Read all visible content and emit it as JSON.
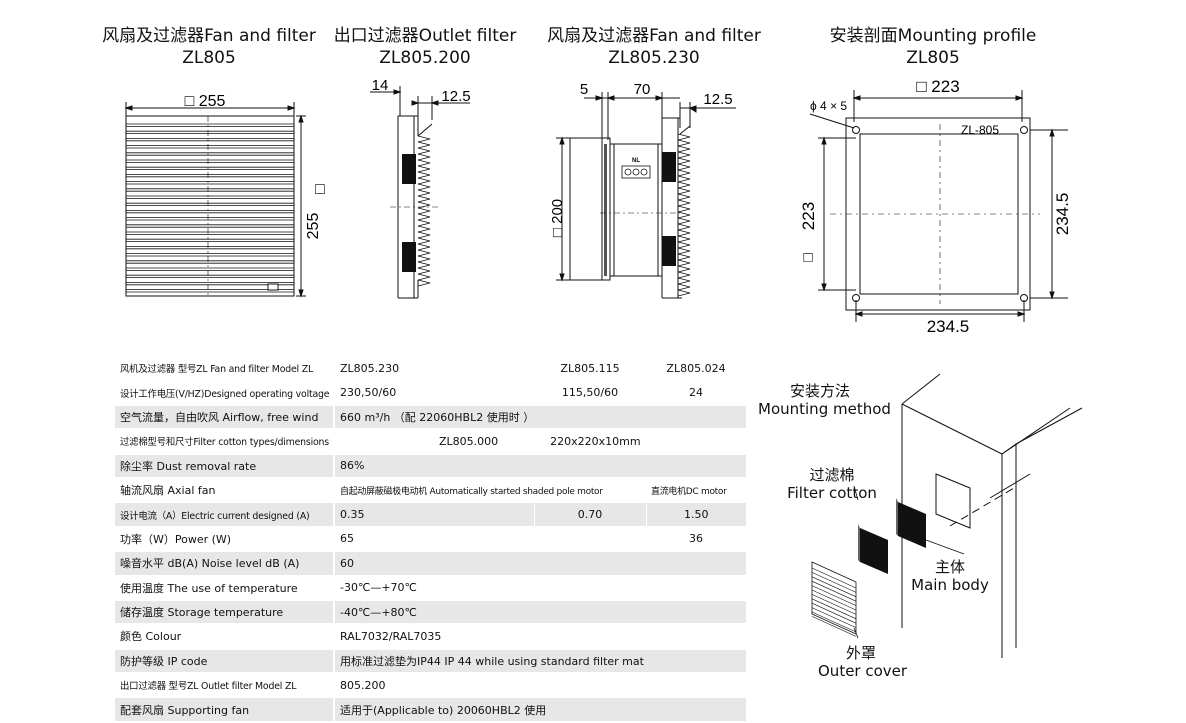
{
  "drawings": {
    "fan_filter": {
      "title_line1": "风扇及过滤器Fan and filter",
      "title_line2": "ZL805",
      "dim_width": "□ 255",
      "dim_height": "255",
      "square": "□"
    },
    "outlet_filter": {
      "title_line1": "出口过滤器Outlet filter",
      "title_line2": "ZL805.200",
      "dim_depth": "14",
      "dim_lip": "12.5"
    },
    "fan_filter_230": {
      "title_line1": "风扇及过滤器Fan and filter",
      "title_line2": "ZL805.230",
      "dim_a": "5",
      "dim_b": "70",
      "dim_lip": "12.5",
      "dim_height": "□ 200",
      "terminal": "NL"
    },
    "mounting_profile": {
      "title_line1": "安装剖面Mounting profile",
      "title_line2": "ZL805",
      "holes": "ϕ 4 × 5",
      "dim_top": "□ 223",
      "dim_left": "223",
      "dim_right": "234.5",
      "dim_bottom": "234.5",
      "model": "ZL-805",
      "square": "□"
    }
  },
  "spec_table": {
    "rows": [
      {
        "label": "风机及过滤器  型号ZL   Fan and filter  Model ZL",
        "cells": [
          "ZL805.230",
          "ZL805.115",
          "ZL805.024"
        ]
      },
      {
        "label": "设计工作电压(V/HZ)Designed operating voltage",
        "cells": [
          "230,50/60",
          "115,50/60",
          "24"
        ]
      },
      {
        "label": "空气流量，自由吹风 Airflow, free wind",
        "cells": [
          "660 m³/h    （配   22060HBL2 使用时 ）"
        ]
      },
      {
        "label": "过滤棉型号和尺寸Filter cotton types/dimensions",
        "cells": [
          "ZL805.000",
          "220x220x10mm"
        ]
      },
      {
        "label": "除尘率 Dust removal rate",
        "cells": [
          "86%"
        ]
      },
      {
        "label": "轴流风扇 Axial fan",
        "cells": [
          "自起动屏蔽磁极电动机  Automatically started shaded pole motor",
          "直流电机DC motor"
        ]
      },
      {
        "label": "设计电流（A）Electric current designed (A)",
        "cells": [
          "0.35",
          "0.70",
          "1.50"
        ]
      },
      {
        "label": "功率（W）Power (W)",
        "cells": [
          "65",
          "36"
        ]
      },
      {
        "label": "噪音水平 dB(A) Noise level dB (A)",
        "cells": [
          "60"
        ]
      },
      {
        "label": " 使用温度 The use of temperature",
        "cells": [
          "-30℃—+70℃"
        ]
      },
      {
        "label": " 储存温度 Storage temperature",
        "cells": [
          "-40℃—+80℃"
        ]
      },
      {
        "label": "颜色 Colour",
        "cells": [
          "RAL7032/RAL7035"
        ]
      },
      {
        "label": "防护等级  IP code",
        "cells": [
          "用标准过滤垫为IP44   IP 44 while using standard filter mat"
        ]
      },
      {
        "label": "出口过滤器  型号ZL    Outlet filter  Model ZL",
        "cells": [
          "805.200"
        ]
      },
      {
        "label": "配套风扇 Supporting fan",
        "cells": [
          "适用于(Applicable to)  20060HBL2  使用"
        ]
      }
    ]
  },
  "mounting_method": {
    "title_cn": "安装方法",
    "title_en": "Mounting method",
    "filter_cn": "过滤棉",
    "filter_en": "Filter cotton",
    "body_cn": "主体",
    "body_en": "Main body",
    "cover_cn": "外罩",
    "cover_en": "Outer cover"
  }
}
